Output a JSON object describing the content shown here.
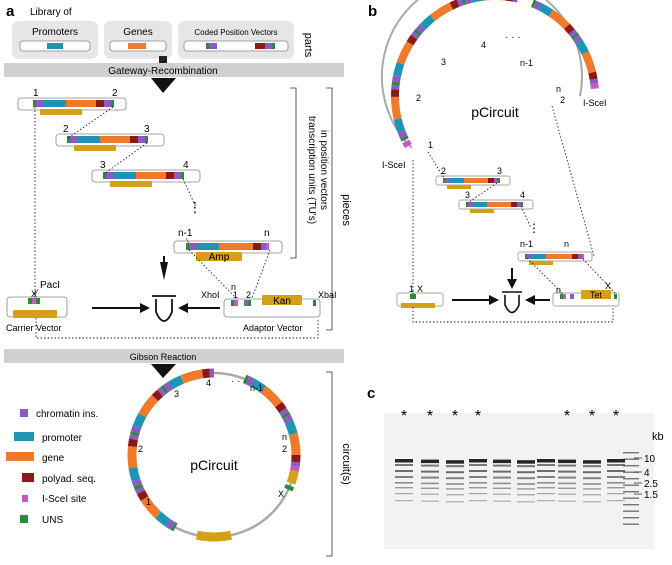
{
  "panels": {
    "a": "a",
    "b": "b",
    "c": "c"
  },
  "parts": {
    "library_label": "Library of",
    "promoters": "Promoters",
    "genes": "Genes",
    "coded_position_vectors": "Coded Position Vectors",
    "side_label": "parts"
  },
  "steps": {
    "gateway": "Gateway-Recombination",
    "gibson": "Gibson Reaction"
  },
  "pieces": {
    "tu_label_line1": "transcription units (TU's)",
    "tu_label_line2": "in position vectors",
    "side_label": "pieces",
    "tu_numbers": [
      "1",
      "2",
      "2",
      "3",
      "3",
      "4",
      "n-1",
      "n"
    ],
    "ellipsis": "⋮",
    "amp": "Amp",
    "pacI": "PacI",
    "x": "X",
    "carrier_vector": "Carrier Vector",
    "xhoI": "XhoI",
    "one": "1",
    "two": "2",
    "n": "n",
    "kan": "Kan",
    "xbaI": "XbaI",
    "adaptor_vector": "Adaptor Vector"
  },
  "circuit": {
    "side_label": "circuit(s)",
    "name": "pCircuit",
    "labels": {
      "one": "1",
      "two": "2",
      "three": "3",
      "four": "4",
      "nminus1": "n-1",
      "n": "n",
      "two_b": "2",
      "x": "X",
      "dots": "· · ·"
    }
  },
  "legend": {
    "items": [
      {
        "label": "chromatin ins.",
        "color": "#8a5cc2"
      },
      {
        "label": "promoter",
        "color": "#1e95b5"
      },
      {
        "label": "gene",
        "color": "#f07a2b"
      },
      {
        "label": "polyad. seq.",
        "color": "#8a1a1a"
      },
      {
        "label": "I-SceI site",
        "color": "#cc55cc"
      },
      {
        "label": "UNS",
        "color": "#2a8a3a"
      }
    ]
  },
  "panel_b": {
    "name": "pCircuit",
    "isceI_top": "I-SceI",
    "isceI_left": "I-SceI",
    "arc_labels": {
      "one": "1",
      "two": "2",
      "three": "3",
      "four": "4",
      "nminus1": "n-1",
      "n": "n",
      "two_b": "2",
      "dots": "· · ·"
    },
    "piece_labels": [
      "2",
      "3",
      "3",
      "4",
      "n-1",
      "n",
      "n"
    ],
    "carrier_1": "1",
    "carrier_x": "X",
    "tet_n": "n",
    "tet": "Tet",
    "tet_x": "X",
    "ellipsis": "⋮"
  },
  "gel": {
    "stars": [
      "*",
      "*",
      "*",
      "*",
      "*",
      "*",
      "*"
    ],
    "kb_label": "kb",
    "size_labels": [
      "10",
      "4",
      "2.5",
      "1.5"
    ]
  },
  "colors": {
    "chromatin": "#8a5cc2",
    "promoter": "#1e95b5",
    "gene": "#f07a2b",
    "polyad": "#8a1a1a",
    "isceI": "#cc55cc",
    "uns": "#2a8a3a",
    "resistance": "#d4a017",
    "backbone": "#a9a9a9",
    "banner": "#d0d0d0",
    "parts_box": "#e6e6e6"
  }
}
